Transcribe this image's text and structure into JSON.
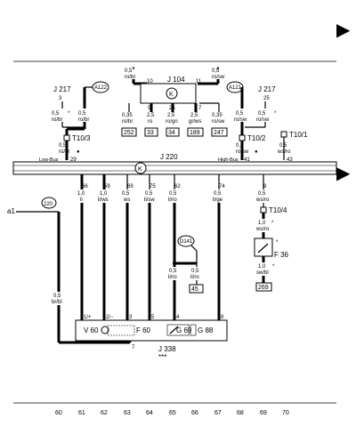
{
  "page_arrows": [
    "▶",
    "▶"
  ],
  "bus": {
    "label": "J 220",
    "can_symbol": "K",
    "low_bus": "Low-Bus",
    "high_bus": "High-Bus",
    "pins_top": [
      "29",
      "41",
      "43"
    ],
    "pins_bottom": [
      "66",
      "59",
      "69",
      "75",
      "62",
      "74",
      "9"
    ]
  },
  "components": {
    "j217_left": "J 217",
    "j217_left_pin": "3",
    "j217_right": "J 217",
    "j217_right_pin": "25",
    "a122": "A122",
    "a121": "A121",
    "j104": "J 104",
    "j104_pins": [
      "10",
      "11",
      "9",
      "25",
      "7"
    ],
    "j104_symbol": "K",
    "t10_3": "T10/3",
    "t10_2": "T10/2",
    "t10_1": "T10/1",
    "t10_4": "T10/4",
    "d141": "D141",
    "f36": "F 36",
    "f36_star": "*",
    "j338": "J 338",
    "j338_stars": "***",
    "j338_pins": [
      "1/+",
      "2/−",
      "3",
      "5",
      "4",
      "8",
      "7"
    ],
    "v60": "V 60",
    "f60": "F 60",
    "g69": "G 69",
    "g88": "G 88",
    "a1": "a1",
    "node_220": "220"
  },
  "wires": {
    "w_a122_left": [
      "0,5",
      "ro/br",
      "*"
    ],
    "w_a122_right": [
      "0,5",
      "ro/br"
    ],
    "w_t103_below": [
      "0,5",
      "ro/br",
      "●"
    ],
    "w_top_left": [
      "0,5",
      "ro/br"
    ],
    "w_035_robr": [
      "0,35",
      "ro/br"
    ],
    "w_25_ro": [
      "2,5",
      "ro"
    ],
    "w_25_rogn": [
      "2,5",
      "ro/gn"
    ],
    "w_25_grws": [
      "2,5",
      "gr/ws"
    ],
    "w_035_rosw": [
      "0,35",
      "ro/sw"
    ],
    "w_top_right": [
      "0,5",
      "ro/sw"
    ],
    "w_a121_left": [
      "0,5",
      "ro/sw"
    ],
    "w_a121_right": [
      "0,5",
      "ro/sw",
      "*"
    ],
    "w_t102_below": [
      "0,5",
      "ro/sw",
      "●"
    ],
    "w_t101_below": [
      "0,5",
      "ws/ro"
    ],
    "w_c61": [
      "1,0",
      "li"
    ],
    "w_c62": [
      "1,0",
      "li/ws"
    ],
    "w_c63": [
      "0,5",
      "ws"
    ],
    "w_c64": [
      "0,5",
      "li/sw"
    ],
    "w_c65": [
      "0,5",
      "li/ro"
    ],
    "w_c67": [
      "0,5",
      "li/ge"
    ],
    "w_c69_top": [
      "0,5",
      "ws/ro"
    ],
    "w_c69_mid": [
      "1,0",
      "ws/ro",
      "*"
    ],
    "w_c69_low": [
      "1,0",
      "sw/bl",
      "*"
    ],
    "w_d141_left": [
      "0,5",
      "li/ro"
    ],
    "w_d141_right": [
      "0,5",
      "li/ro"
    ],
    "w_c60": [
      "0,5",
      "br/bl"
    ]
  },
  "references": [
    "252",
    "33",
    "34",
    "189",
    "247",
    "45",
    "269"
  ],
  "columns": [
    "60",
    "61",
    "62",
    "63",
    "64",
    "65",
    "66",
    "67",
    "68",
    "69",
    "70"
  ]
}
